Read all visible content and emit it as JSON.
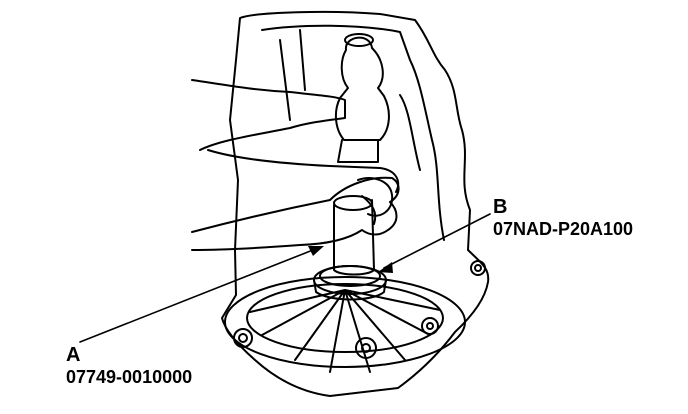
{
  "callouts": [
    {
      "letter": "A",
      "part_number": "07749-0010000"
    },
    {
      "letter": "B",
      "part_number": "07NAD-P20A100"
    }
  ],
  "colors": {
    "line": "#000000",
    "background": "#ffffff"
  }
}
